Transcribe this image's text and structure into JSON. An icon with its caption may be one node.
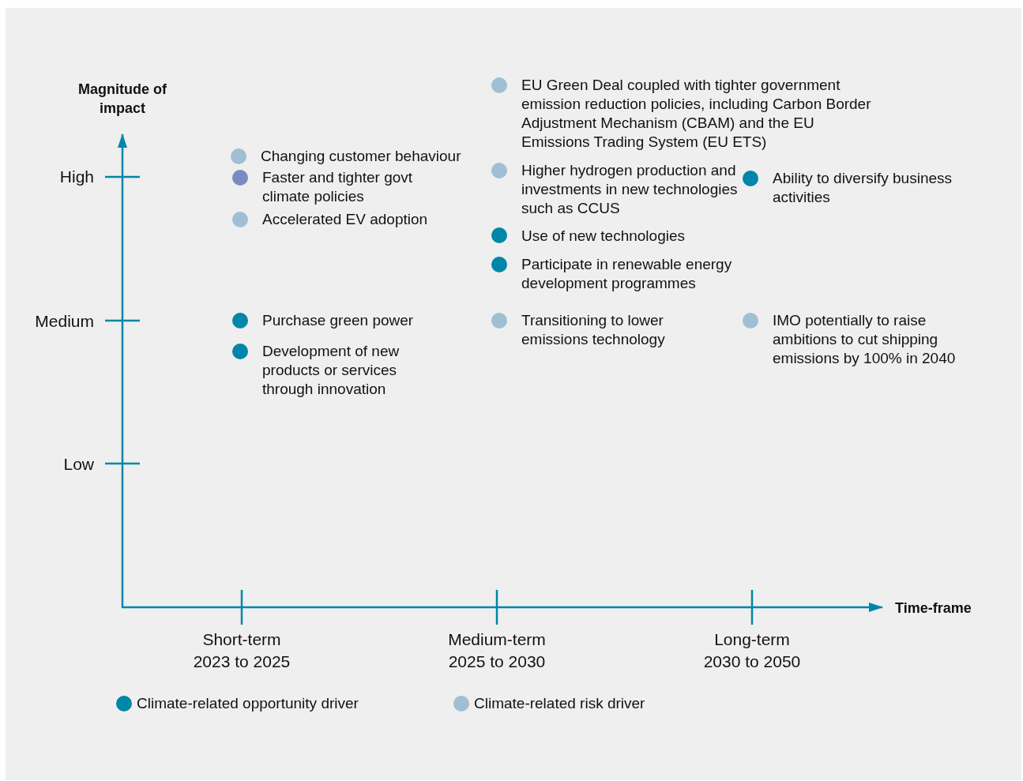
{
  "diagram": {
    "labels": [
      "Magnitude of impact",
      "EU Green Deal coupled with tighter government emission reduction policies, including Carbon Border Adjustment Mechanism (CBAM) and the EU Emissions Trading System (EU ETS)",
      "High",
      "Changing customer behaviour",
      "Faster and tighter govt climate policies",
      "Higher hydrogen production and investments in new technologies such as CCUS",
      "Ability to diversify business activities",
      "Accelerated EV adoption",
      "Use of new technologies",
      "Participate in renewable energy development programmes",
      "Medium",
      "Purchase green power",
      "Transitioning to lower emissions technology",
      "IMO potentially to raise ambitions to cut shipping emissions by 100% in 2040",
      "Development of new products or services through innovation",
      "Low",
      "Time-frame",
      "Short-term",
      "2023 to 2025",
      "Medium-term",
      "2025 to 2030",
      "Long-term",
      "2030 to 2050"
    ],
    "legend": [
      {
        "text": "Climate-related opportunity driver",
        "color": "#0086a8"
      },
      {
        "text": "Climate-related risk driver",
        "color": "#a0bfd4"
      }
    ]
  }
}
